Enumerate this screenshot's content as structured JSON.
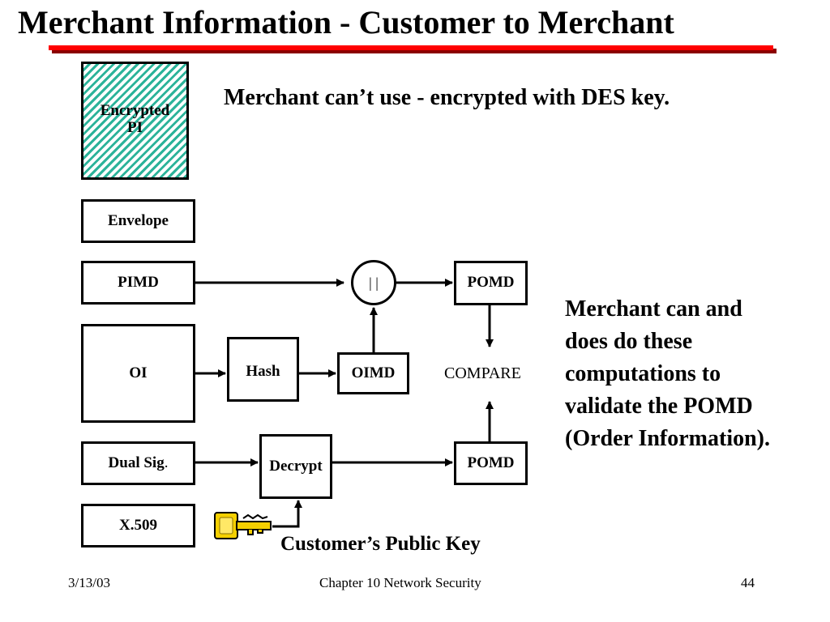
{
  "slide": {
    "title": "Merchant Information - Customer to Merchant",
    "note_top": "Merchant can’t use - encrypted with DES key.",
    "note_right": [
      "Merchant can and",
      "does do these",
      "computations to",
      "validate the POMD",
      "(Order Information)."
    ],
    "key_label": "Customer’s Public Key"
  },
  "boxes": {
    "encrypted_pi": [
      "Encrypted",
      "PI"
    ],
    "envelope": "Envelope",
    "pimd": "PIMD",
    "oi": "OI",
    "dual_sig": "Dual Sig",
    "dual_sig_dot": ".",
    "x509": "X.509",
    "hash": "Hash",
    "oimd": "OIMD",
    "concat": "| |",
    "pomd_top": "POMD",
    "compare": "COMPARE",
    "decrypt": "Decrypt",
    "pomd_bottom": "POMD"
  },
  "colors": {
    "hatch": "#2bb39a",
    "rule": "#ff0000",
    "key": "#f5d000"
  },
  "icons": {
    "key": "key-icon"
  },
  "footer": {
    "date": "3/13/03",
    "chapter": "Chapter 10 Network Security",
    "page": "44"
  }
}
